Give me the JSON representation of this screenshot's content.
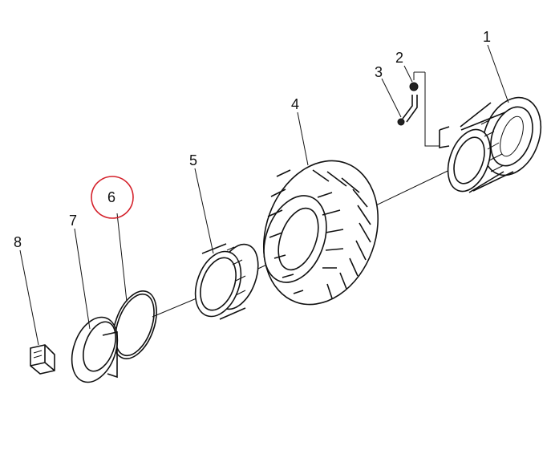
{
  "parts": [
    {
      "id": "1",
      "label": "1"
    },
    {
      "id": "2",
      "label": "2"
    },
    {
      "id": "3",
      "label": "3"
    },
    {
      "id": "4",
      "label": "4"
    },
    {
      "id": "5",
      "label": "5"
    },
    {
      "id": "6",
      "label": "6"
    },
    {
      "id": "7",
      "label": "7"
    },
    {
      "id": "8",
      "label": "8"
    }
  ],
  "highlight": {
    "part": "6",
    "color": "#d4202a"
  }
}
